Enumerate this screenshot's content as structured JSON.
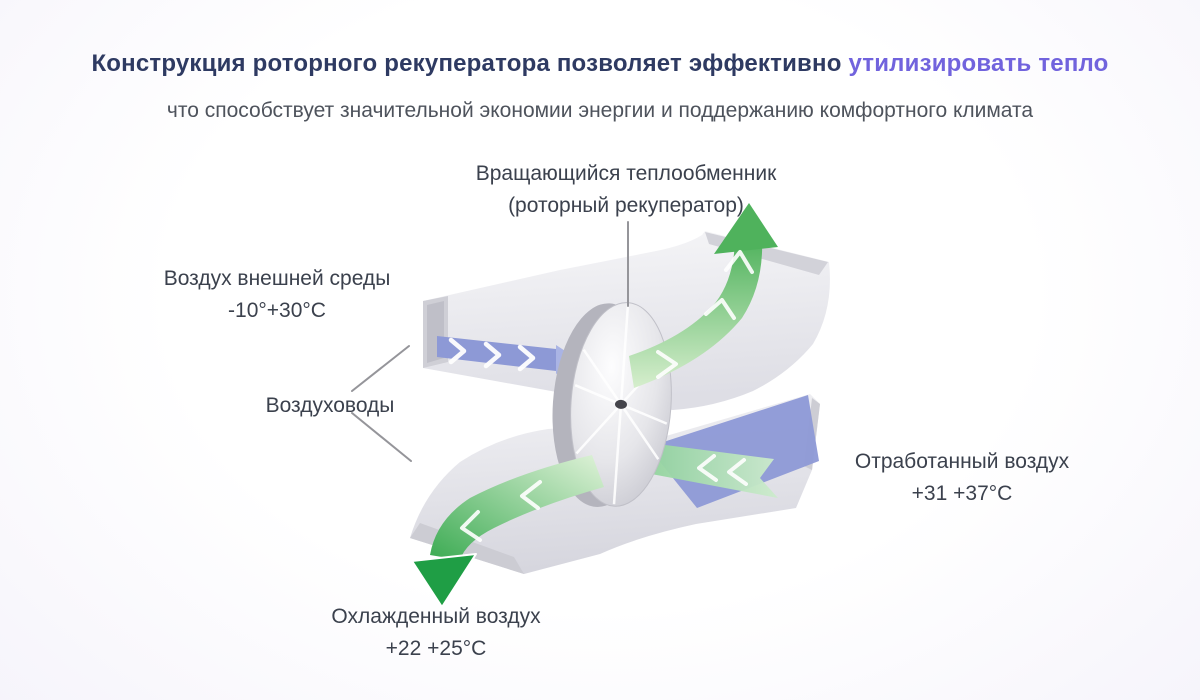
{
  "header": {
    "title_main": "Конструкция роторного рекуператора позволяет эффективно",
    "title_accent": "утилизировать тепло",
    "subtitle": "что способствует значительной экономии энергии и поддержанию комфортного климата"
  },
  "labels": {
    "exchanger_line1": "Вращающийся теплообменник",
    "exchanger_line2": "(роторный рекуператор)",
    "outside_air_line1": "Воздух внешней среды",
    "outside_air_temp": "-10°+30°C",
    "ducts": "Воздуховоды",
    "exhaust_line1": "Отработанный воздух",
    "exhaust_temp": "+31 +37°C",
    "cooled_line1": "Охлажденный воздух",
    "cooled_temp": "+22 +25°C"
  },
  "colors": {
    "title": "#2e3a62",
    "accent": "#7163dd",
    "subtitle": "#4e535c",
    "label": "#3b414d",
    "blue_air": "#8d99d6",
    "green_flow": "#4fb25c",
    "green_arrow": "#1f9e45",
    "pointer_line": "#95959a"
  }
}
